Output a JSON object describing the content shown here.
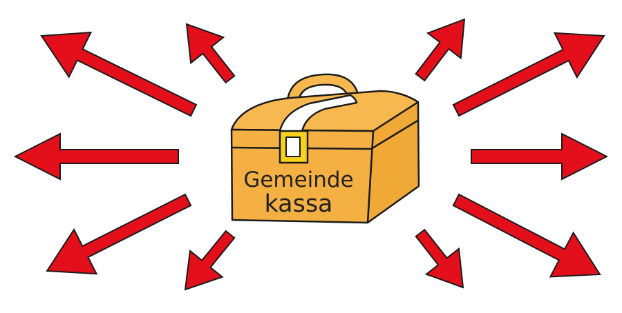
{
  "illustration": {
    "box_label": {
      "line1": "Gemeinde",
      "line2": "kassa"
    },
    "colors": {
      "arrow_fill": "#e3101b",
      "arrow_stroke": "#1a1a1a",
      "box_front": "#f5b044",
      "box_lid": "#f6b84f",
      "box_side": "#f0a836",
      "strap": "#ffffff",
      "clasp": "#f7d21a",
      "outline": "#1a1a1a"
    },
    "arrows": [
      {
        "name": "arrow-upper-left-long"
      },
      {
        "name": "arrow-upper-left-short"
      },
      {
        "name": "arrow-left"
      },
      {
        "name": "arrow-lower-left-long"
      },
      {
        "name": "arrow-lower-left-short"
      },
      {
        "name": "arrow-upper-right-short"
      },
      {
        "name": "arrow-upper-right-long"
      },
      {
        "name": "arrow-right"
      },
      {
        "name": "arrow-lower-right-short"
      },
      {
        "name": "arrow-lower-right-long"
      }
    ]
  }
}
